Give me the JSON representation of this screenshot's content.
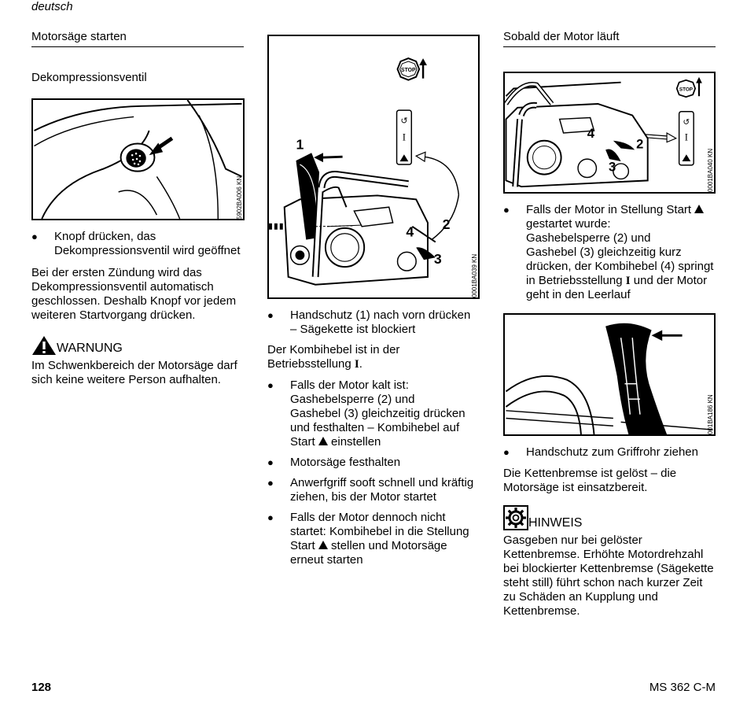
{
  "header": {
    "language": "deutsch"
  },
  "col1": {
    "title": "Motorsäge starten",
    "subtitle": "Dekompressionsventil",
    "fig_code": "5902BA006 KN",
    "bullet1_line1": "Knopf drücken, das",
    "bullet1_line2": "Dekompressionsventil wird geöffnet",
    "para_lines": [
      "Bei der ersten Zündung wird das",
      "Dekompressionsventil automatisch",
      "geschlossen. Deshalb Knopf vor jedem",
      "weiteren Startvorgang drücken."
    ],
    "warning_title": "WARNUNG",
    "warning_lines": [
      "Im Schwenkbereich der Motorsäge darf",
      "sich keine weitere Person aufhalten."
    ]
  },
  "col2": {
    "fig_code": "0001BA039 KN",
    "stop_label": "STOP",
    "run_label": "I",
    "fig_numbers": [
      "1",
      "2",
      "3",
      "4"
    ],
    "bullet1_lines": [
      "Handschutz (1) nach vorn drücken",
      "– Sägekette ist blockiert"
    ],
    "para_line1": "Der Kombihebel ist in der",
    "para_line2_pre": "Betriebsstellung ",
    "para_line2_symbol": "I",
    "para_line2_post": ".",
    "bullet2_lines": [
      "Falls der Motor kalt ist:",
      "Gashebelsperre (2) und",
      "Gashebel (3) gleichzeitig drücken",
      "und festhalten – Kombihebel auf"
    ],
    "bullet2_last_pre": "Start ",
    "bullet2_last_post": " einstellen",
    "bullet3": "Motorsäge festhalten",
    "bullet4_lines": [
      "Anwerfgriff sooft schnell und kräftig",
      "ziehen,  bis der Motor startet"
    ],
    "bullet5_lines": [
      "Falls der Motor dennoch nicht",
      "startet: Kombihebel in die Stellung"
    ],
    "bullet5_line3_pre": "Start ",
    "bullet5_line3_post": " stellen und Motorsäge",
    "bullet5_line4": "erneut starten"
  },
  "col3": {
    "title": "Sobald der Motor läuft",
    "fig1_code": "0001BA040 KN",
    "fig2_code": "001BA186 KN",
    "stop_label": "STOP",
    "run_label": "I",
    "fig_numbers": [
      "2",
      "3",
      "4"
    ],
    "bullet1_line1_pre": "Falls der Motor in Stellung Start ",
    "bullet1_lines_mid": [
      "gestartet wurde:",
      "Gashebelsperre (2) und",
      "Gashebel (3) gleichzeitig kurz",
      "drücken, der Kombihebel (4) springt"
    ],
    "bullet1_line6_pre": "in Betriebsstellung ",
    "bullet1_line6_symbol": "I",
    "bullet1_line6_post": " und der Motor",
    "bullet1_line7": "geht in den Leerlauf",
    "bullet2": "Handschutz zum Griffrohr ziehen",
    "para_lines": [
      "Die Kettenbremse ist gelöst – die",
      "Motorsäge ist einsatzbereit."
    ],
    "note_title": "HINWEIS",
    "note_lines": [
      "Gasgeben nur bei gelöster",
      "Kettenbremse. Erhöhte Motordrehzahl",
      "bei blockierter Kettenbremse (Sägekette",
      "steht still) führt schon nach kurzer Zeit",
      "zu Schäden an Kupplung und",
      "Kettenbremse."
    ]
  },
  "footer": {
    "page_number": "128",
    "model": "MS 362 C-M"
  }
}
